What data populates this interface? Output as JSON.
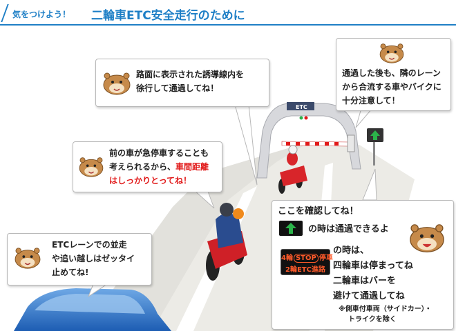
{
  "header": {
    "subtitle": "気をつけよう！",
    "title": "二輪車ETC安全走行のために"
  },
  "gate": {
    "label": "ETC"
  },
  "bubbles": {
    "guide": {
      "lines": [
        "路面に表示された誘導線内を",
        "徐行して通過してね！"
      ]
    },
    "merge": {
      "lines": [
        "通過した後も、隣のレーン",
        "から合流する車やバイクに",
        "十分注意して！"
      ]
    },
    "distance": {
      "line1": "前の車が急停車することも",
      "line2": "考えられるから、",
      "line2_red": "車間距離",
      "line3_red": "はしっかりとってね！"
    },
    "overtake": {
      "lines": [
        "ETCレーンでの並走",
        "や追い越しはゼッタイ",
        "止めてね!"
      ]
    },
    "confirm": {
      "title": "ここを確認してね！",
      "pass_text": "の時は通過できるよ",
      "sign_line1_a": "4輪",
      "sign_line1_stop": "STOP",
      "sign_line1_b": "停車",
      "sign_line2": "2輪ETC進路",
      "stop_lines": [
        "の時は、",
        "四輪車は停まってね",
        "二輪車はバーを",
        "避けて通過してね"
      ],
      "note_lines": [
        "※側車付車両（サイドカー）・",
        "トライクを除く"
      ]
    }
  },
  "colors": {
    "brand_blue": "#1e7fc6",
    "warning_red": "#e11919",
    "go_green": "#2bb34a",
    "road": "#ecebe6"
  }
}
